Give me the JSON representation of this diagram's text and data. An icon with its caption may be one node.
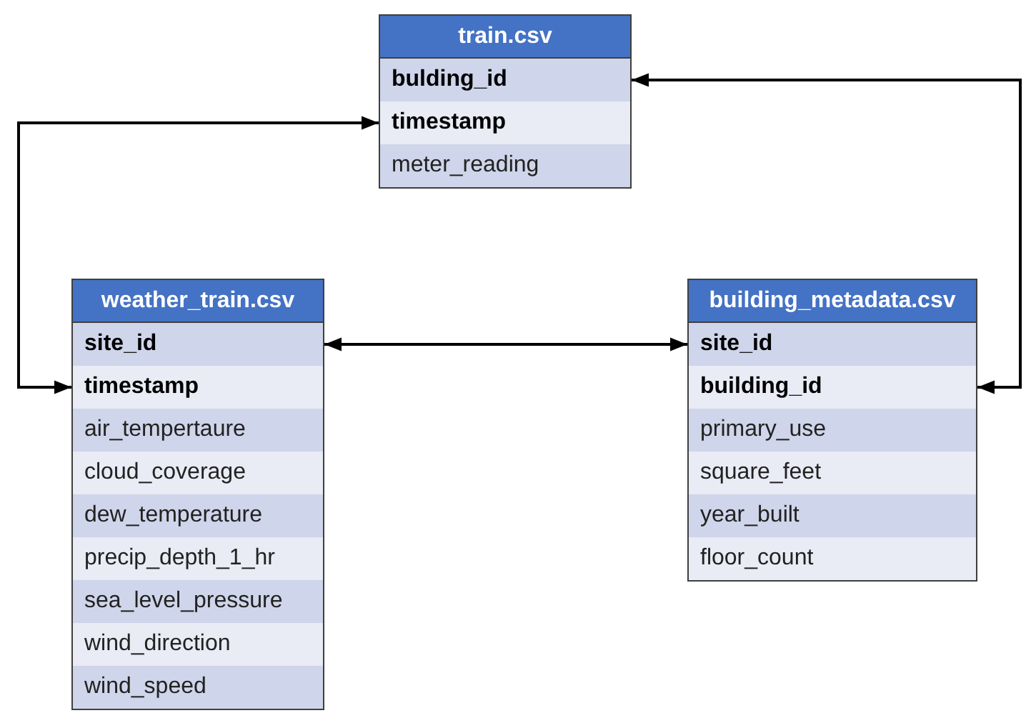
{
  "diagram": {
    "nodes": [
      {
        "text": [
          "train.csv"
        ]
      },
      {
        "text": [
          "bulding_id"
        ],
        "in": 0
      },
      {
        "text": [
          "timestamp"
        ],
        "in": 0
      },
      {
        "text": [
          "meter_reading"
        ],
        "in": 0
      },
      {
        "text": [
          "weather_train.csv"
        ]
      },
      {
        "text": [
          "site_id"
        ],
        "in": 4
      },
      {
        "text": [
          "timestamp"
        ],
        "in": 4
      },
      {
        "text": [
          "air_tempertaure"
        ],
        "in": 4
      },
      {
        "text": [
          "cloud_coverage"
        ],
        "in": 4
      },
      {
        "text": [
          "dew_temperature"
        ],
        "in": 4
      },
      {
        "text": [
          "precip_depth_1_hr"
        ],
        "in": 4
      },
      {
        "text": [
          "sea_level_pressure"
        ],
        "in": 4
      },
      {
        "text": [
          "wind_direction"
        ],
        "in": 4
      },
      {
        "text": [
          "wind_speed"
        ],
        "in": 4
      },
      {
        "text": [
          "building_metadata.csv"
        ]
      },
      {
        "text": [
          "site_id"
        ],
        "in": 14
      },
      {
        "text": [
          "building_id"
        ],
        "in": 14
      },
      {
        "text": [
          "primary_use"
        ],
        "in": 14
      },
      {
        "text": [
          "square_feet"
        ],
        "in": 14
      },
      {
        "text": [
          "year_built"
        ],
        "in": 14
      },
      {
        "text": [
          "floor_count"
        ],
        "in": 14
      }
    ],
    "edges": [
      {
        "from": 6,
        "to": 2,
        "arrow": "both"
      },
      {
        "from": 5,
        "to": 15,
        "arrow": "both"
      },
      {
        "from": 16,
        "to": 1,
        "arrow": "both"
      }
    ]
  }
}
